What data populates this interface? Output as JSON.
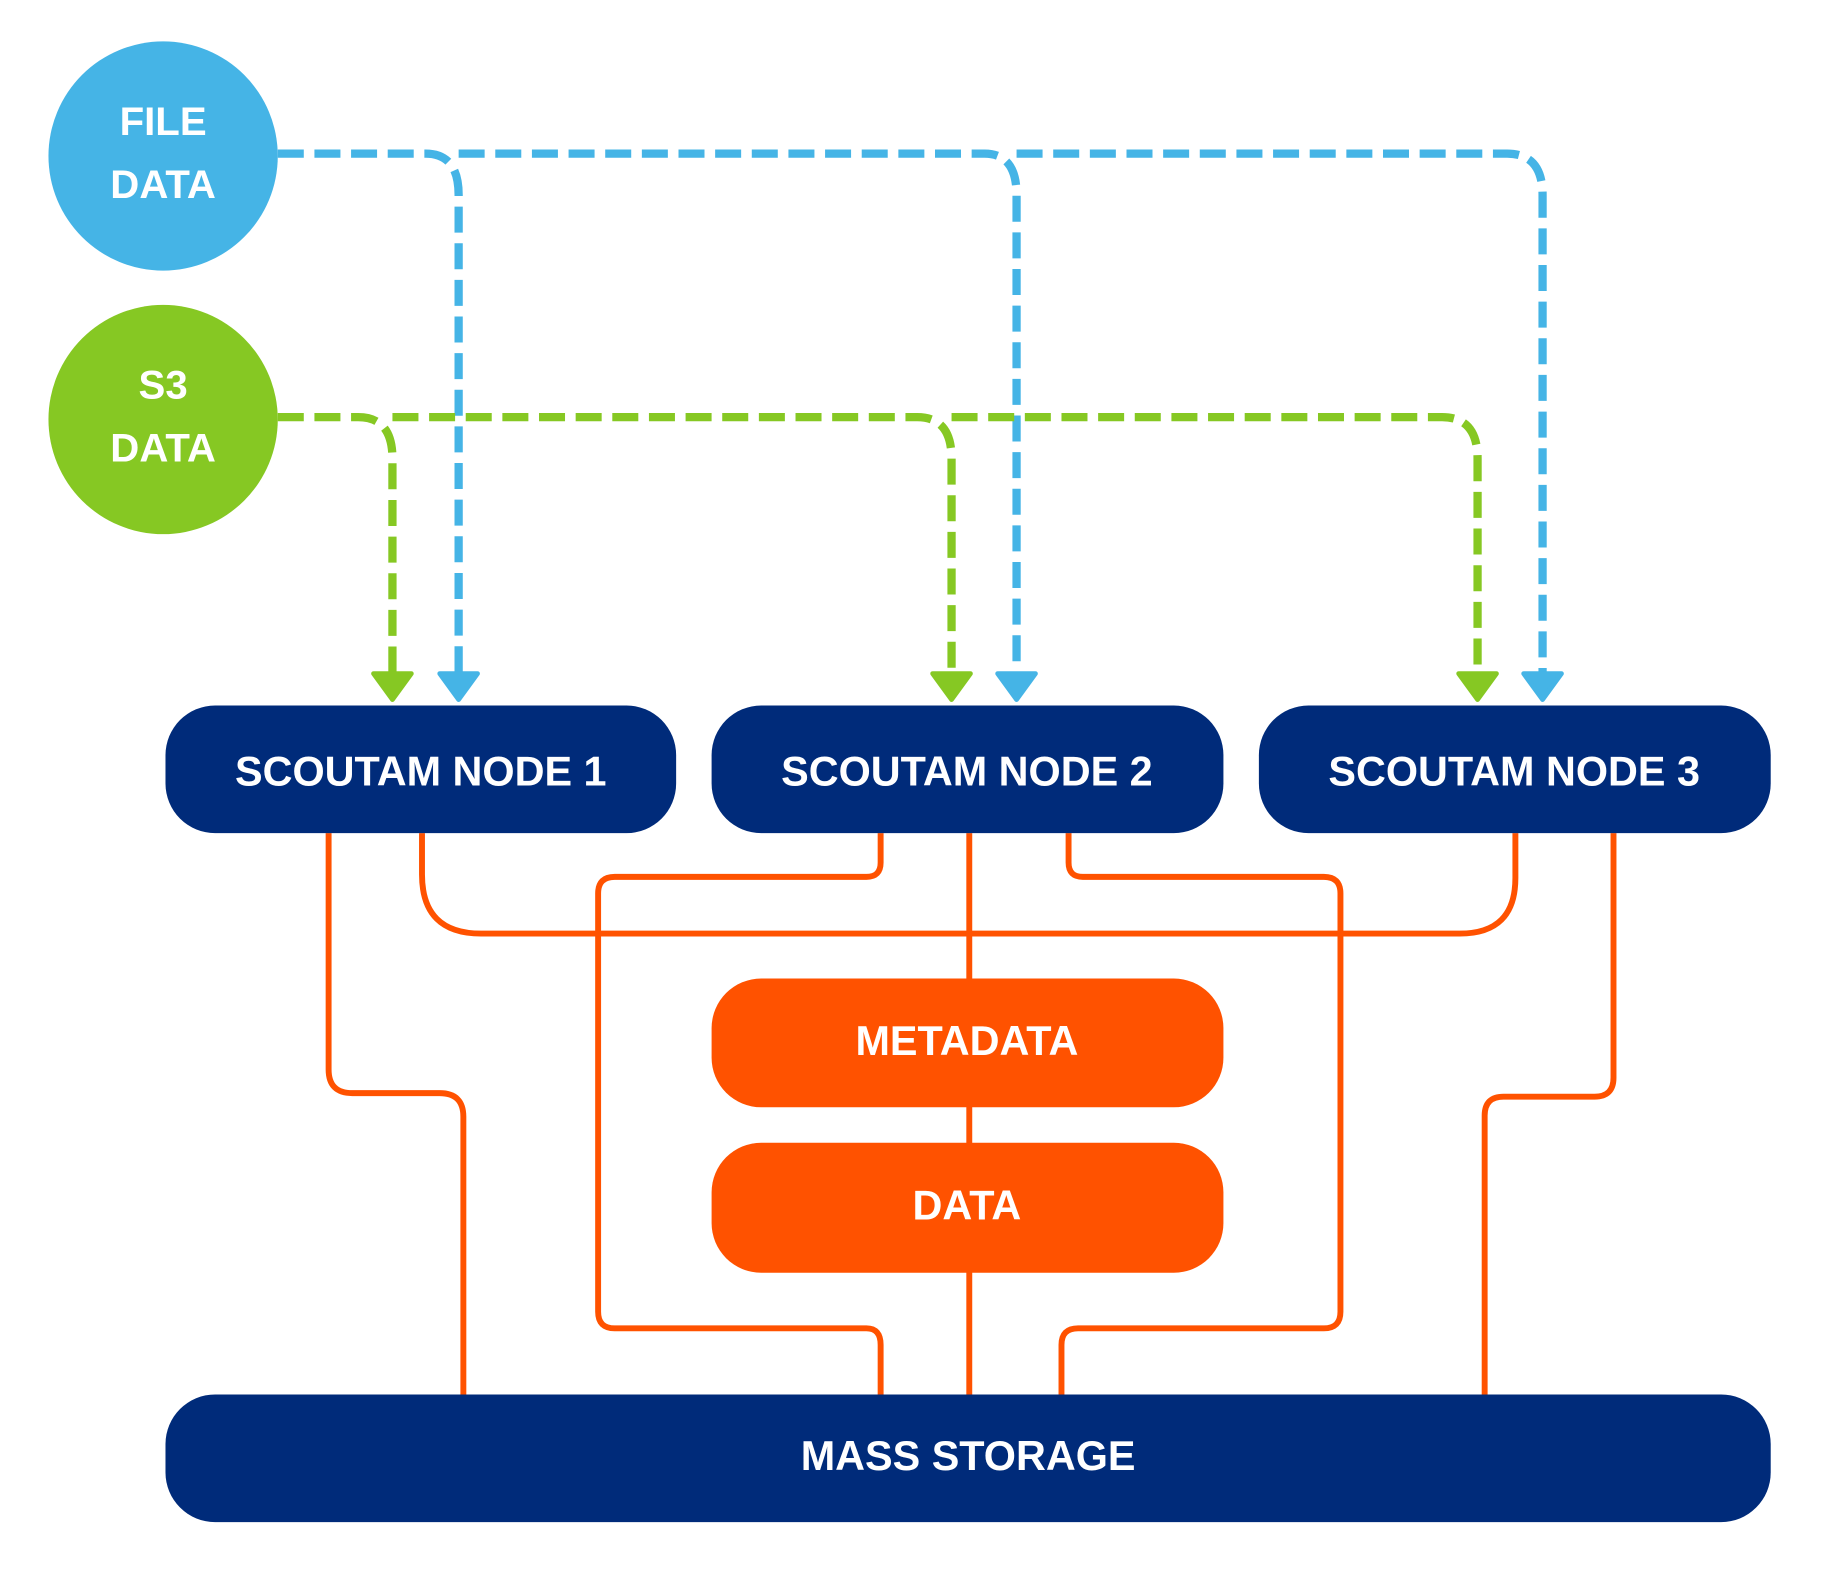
{
  "colors": {
    "file_data": "#45b4e6",
    "s3_data": "#86c823",
    "node": "#002b7a",
    "storage_tier": "#ff5200",
    "background": "#ffffff"
  },
  "sources": {
    "file_data": {
      "line1": "FILE",
      "line2": "DATA"
    },
    "s3_data": {
      "line1": "S3",
      "line2": "DATA"
    }
  },
  "nodes": [
    {
      "label": "SCOUTAM NODE 1"
    },
    {
      "label": "SCOUTAM NODE 2"
    },
    {
      "label": "SCOUTAM NODE 3"
    }
  ],
  "tiers": {
    "metadata": "METADATA",
    "data": "DATA"
  },
  "mass_storage": "MASS STORAGE"
}
